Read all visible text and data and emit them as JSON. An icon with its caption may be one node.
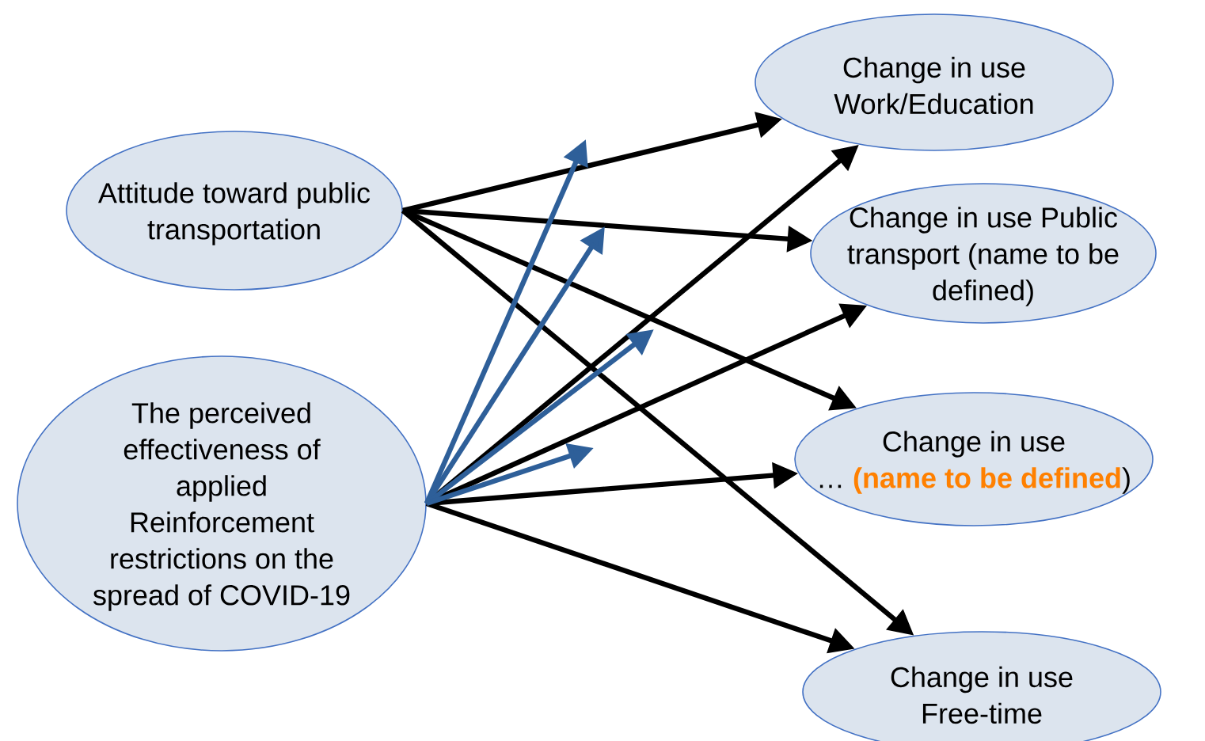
{
  "diagram": {
    "nodes": [
      {
        "text": [
          "Attitude toward public transportation"
        ]
      },
      {
        "text": [
          "The perceived effectiveness of applied Reinforcement restrictions on the spread of COVID-19"
        ]
      },
      {
        "text": [
          "Change in use Work/Education"
        ]
      },
      {
        "text": [
          "Change in use Public transport (name to be defined)"
        ]
      },
      {
        "text": [
          "Change in use",
          "… **(name to be defined**)"
        ]
      },
      {
        "text": [
          "Change in use Free-time"
        ]
      }
    ],
    "edges": [
      {
        "from": 0,
        "to": 2,
        "arrow": "to"
      },
      {
        "from": 0,
        "to": 3,
        "arrow": "to"
      },
      {
        "from": 0,
        "to": 4,
        "arrow": "to"
      },
      {
        "from": 0,
        "to": 5,
        "arrow": "to"
      },
      {
        "from": 1,
        "to": 2,
        "arrow": "to"
      },
      {
        "from": 1,
        "to": 3,
        "arrow": "to"
      },
      {
        "from": 1,
        "to": 4,
        "arrow": "to"
      },
      {
        "from": 1,
        "to": 5,
        "arrow": "to"
      },
      {
        "from": 1,
        "to": null,
        "arrow": "to",
        "color": "#2e5f99"
      },
      {
        "from": 1,
        "to": null,
        "arrow": "to",
        "color": "#2e5f99"
      },
      {
        "from": 1,
        "to": null,
        "arrow": "to",
        "color": "#2e5f99"
      },
      {
        "from": 1,
        "to": null,
        "arrow": "to",
        "color": "#2e5f99"
      }
    ]
  }
}
